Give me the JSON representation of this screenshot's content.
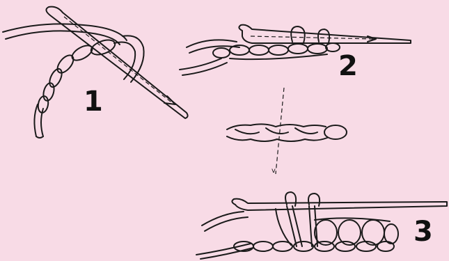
{
  "steps": [
    {
      "id": "1",
      "label": "1"
    },
    {
      "id": "2",
      "label": "2"
    },
    {
      "id": "3",
      "label": "3"
    }
  ],
  "colors": {
    "background": "#f8dbe6",
    "ink": "#1a1a1a"
  }
}
